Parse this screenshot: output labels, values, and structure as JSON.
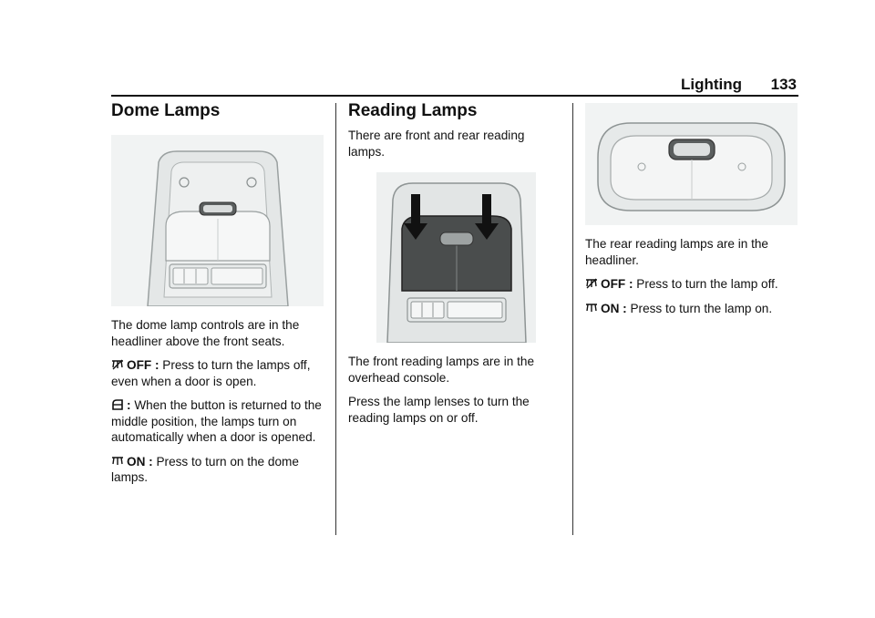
{
  "header": {
    "section": "Lighting",
    "page_number": "133"
  },
  "dome": {
    "title": "Dome Lamps",
    "intro": "The dome lamp controls are in the headliner above the front seats.",
    "off_term": "OFF :",
    "off_text": "Press to turn the lamps off, even when a door is open.",
    "door_term": ":",
    "door_text": "When the button is returned to the middle position, the lamps turn on automatically when a door is opened.",
    "on_term": "ON :",
    "on_text": "Press to turn on the dome lamps."
  },
  "reading": {
    "title": "Reading Lamps",
    "intro": "There are front and rear reading lamps.",
    "front_text": "The front reading lamps are in the overhead console.",
    "press_text": "Press the lamp lenses to turn the reading lamps on or off."
  },
  "rear": {
    "intro": "The rear reading lamps are in the headliner.",
    "off_term": "OFF :",
    "off_text": "Press to turn the lamp off.",
    "on_term": "ON :",
    "on_text": "Press to turn the lamp on."
  },
  "icons": {
    "lamp_off": "lamp-off-icon",
    "door": "door-icon",
    "lamp_on": "lamp-on-icon"
  },
  "colors": {
    "text": "#111111",
    "figure_bg": "#f1f3f3",
    "figure_line": "#9aa0a0",
    "lens_dark": "#4a4d4d"
  }
}
